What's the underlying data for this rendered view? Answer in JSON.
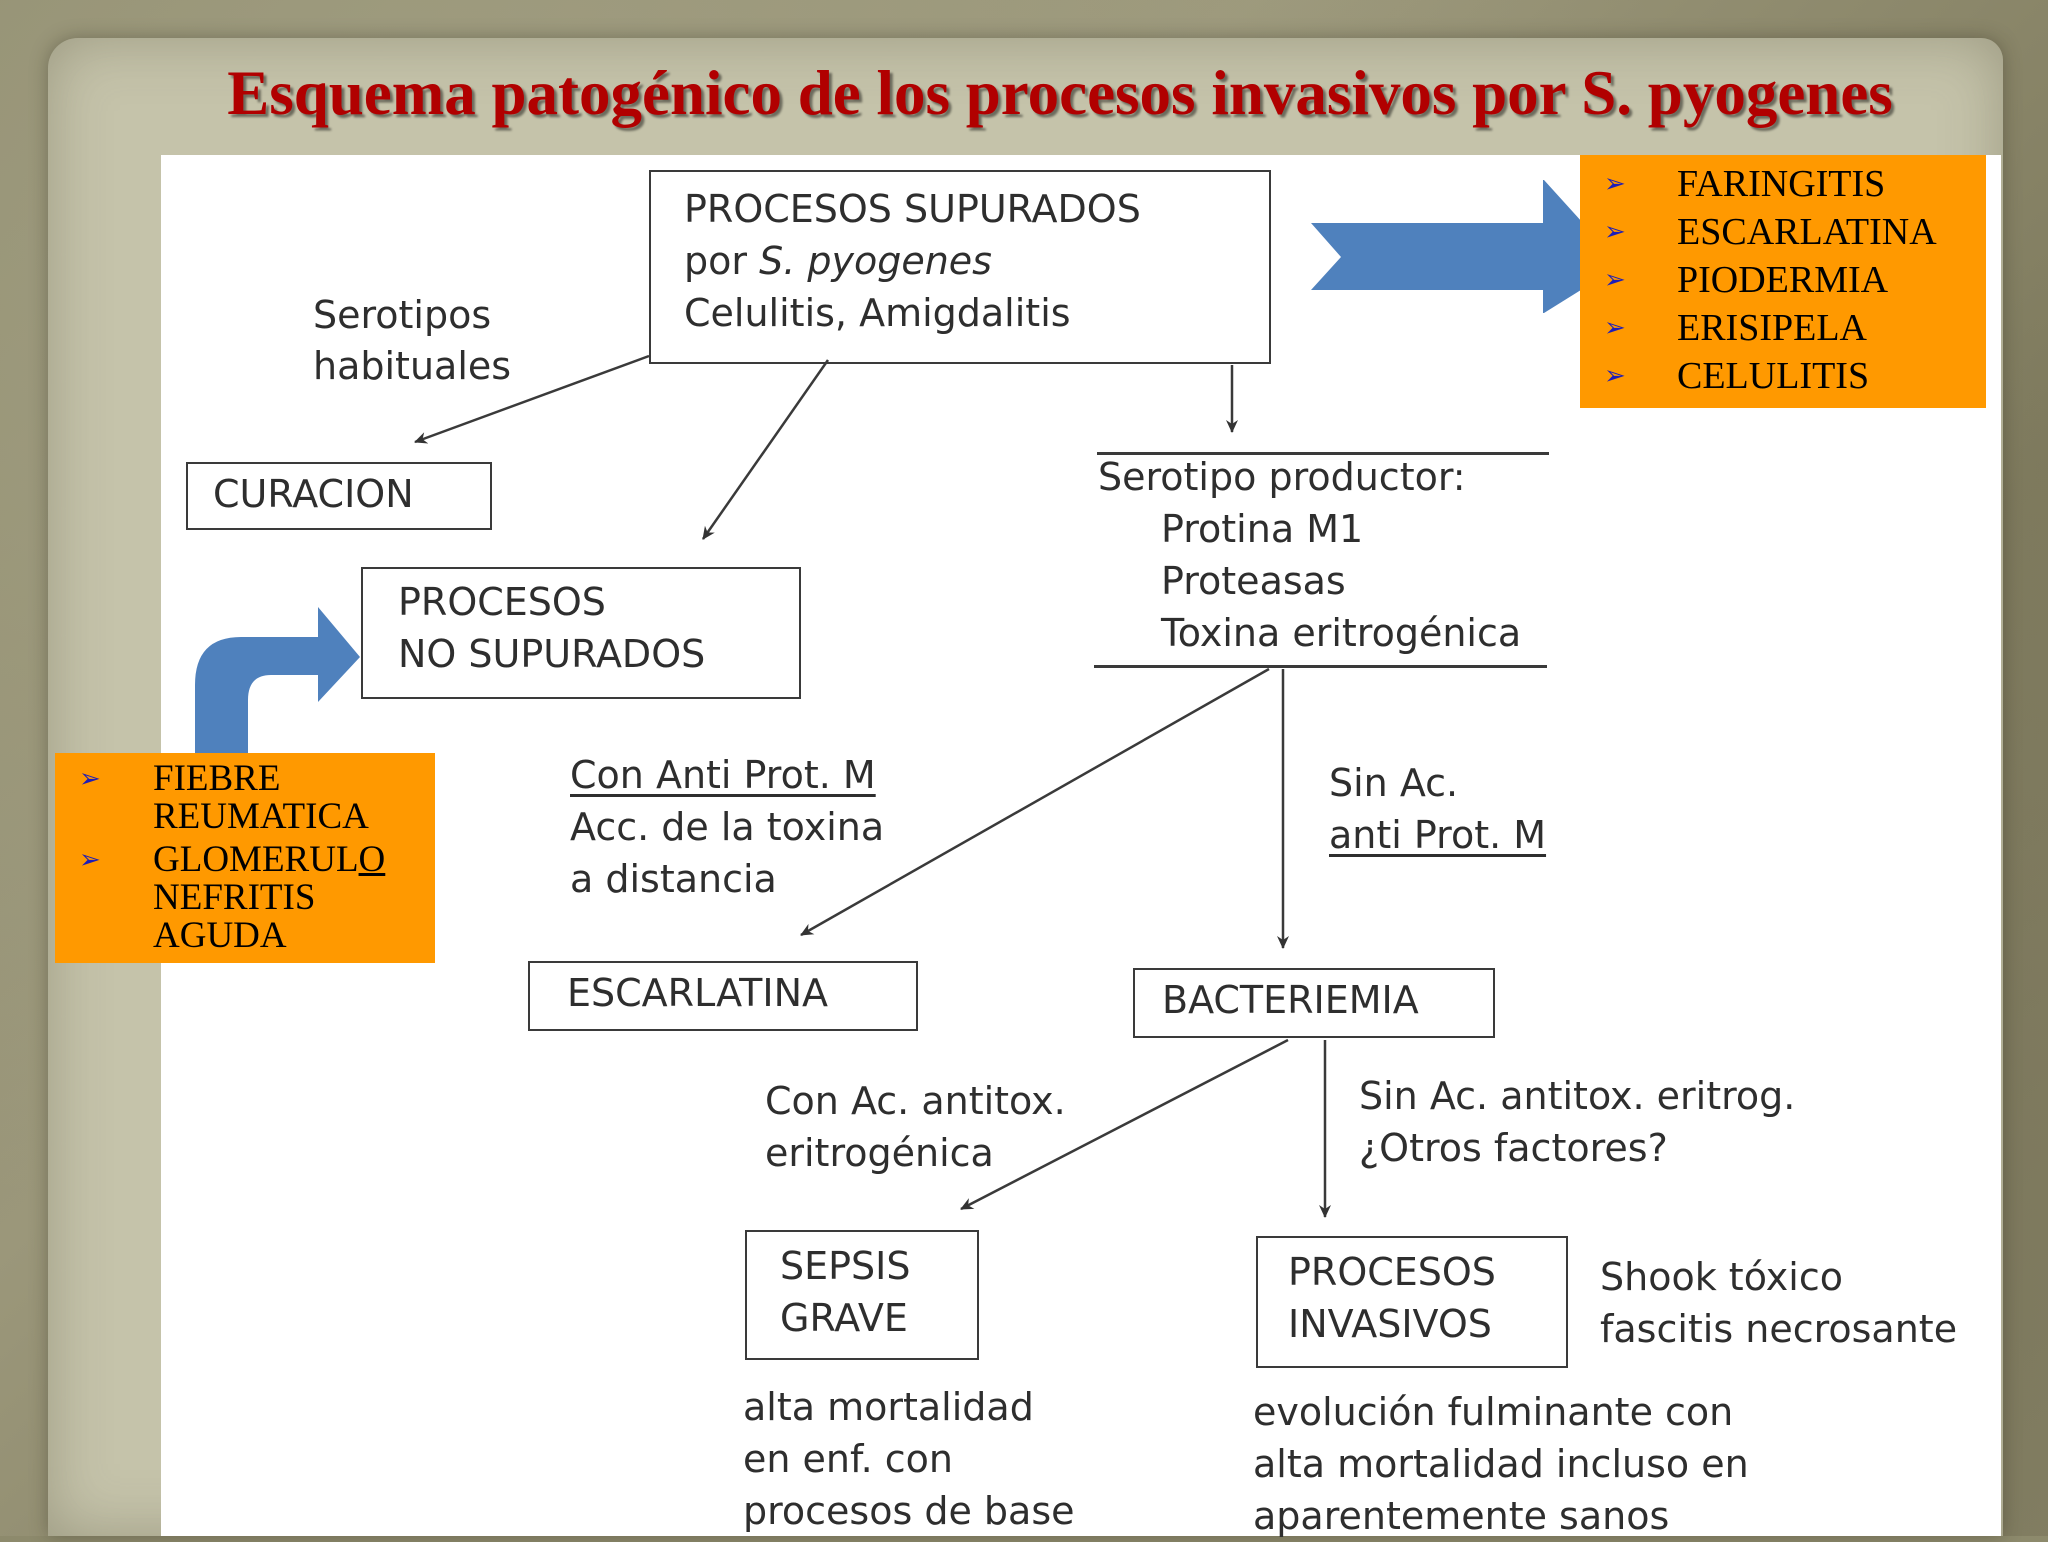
{
  "title": "Esquema patogénico de los procesos invasivos por S. pyogenes",
  "diagram": {
    "top_box": {
      "line1": "PROCESOS SUPURADOS",
      "line2_prefix": "por ",
      "line2_italic": "S. pyogenes",
      "line3": "Celulitis, Amigdalitis"
    },
    "serotipos_label": {
      "line1": "Serotipos",
      "line2": "habituales"
    },
    "curacion": "CURACION",
    "no_supurados": {
      "line1": "PROCESOS",
      "line2": "NO SUPURADOS"
    },
    "serotipo_productor": {
      "line1": "Serotipo productor:",
      "line2": "Protina M1",
      "line3": "Proteasas",
      "line4": "Toxina eritrogénica"
    },
    "con_anti": {
      "line1": "Con Anti Prot. M",
      "line2": "Acc. de la toxina",
      "line3": "a distancia"
    },
    "sin_ac": {
      "line1": "Sin Ac.",
      "line2": "anti Prot. M"
    },
    "escarlatina": "ESCARLATINA",
    "bacteriemia": "BACTERIEMIA",
    "con_ac_antitox": {
      "line1": "Con Ac. antitox.",
      "line2": "eritrogénica"
    },
    "sin_ac_antitox": {
      "line1": "Sin Ac. antitox. eritrog.",
      "line2": "¿Otros factores?"
    },
    "sepsis": {
      "line1": "SEPSIS",
      "line2": "GRAVE"
    },
    "invasivos": {
      "line1": "PROCESOS",
      "line2": "INVASIVOS"
    },
    "shook": {
      "line1": "Shook tóxico",
      "line2": "fascitis necrosante"
    },
    "sepsis_note": {
      "line1": "alta mortalidad",
      "line2": "en enf. con",
      "line3": "procesos de base"
    },
    "invasivos_note": {
      "line1": "evolución fulminante con",
      "line2": "alta mortalidad incluso en",
      "line3": "aparentemente sanos"
    }
  },
  "orange_right": {
    "bullet": "➢",
    "items": [
      "FARINGITIS",
      "ESCARLATINA",
      "PIODERMIA",
      "ERISIPELA",
      "CELULITIS"
    ]
  },
  "orange_left": {
    "bullet": "➢",
    "item1": {
      "line1": "FIEBRE",
      "line2": "REUMATICA"
    },
    "item2": {
      "line1_a": "GLOMERUL",
      "line1_b": "O",
      "line2": "NEFRITIS",
      "line3": "AGUDA"
    }
  },
  "colors": {
    "title": "#b10000",
    "orange_box": "#ff9900",
    "arrow_blue": "#4f81bd",
    "bullet": "#1d1db8"
  }
}
